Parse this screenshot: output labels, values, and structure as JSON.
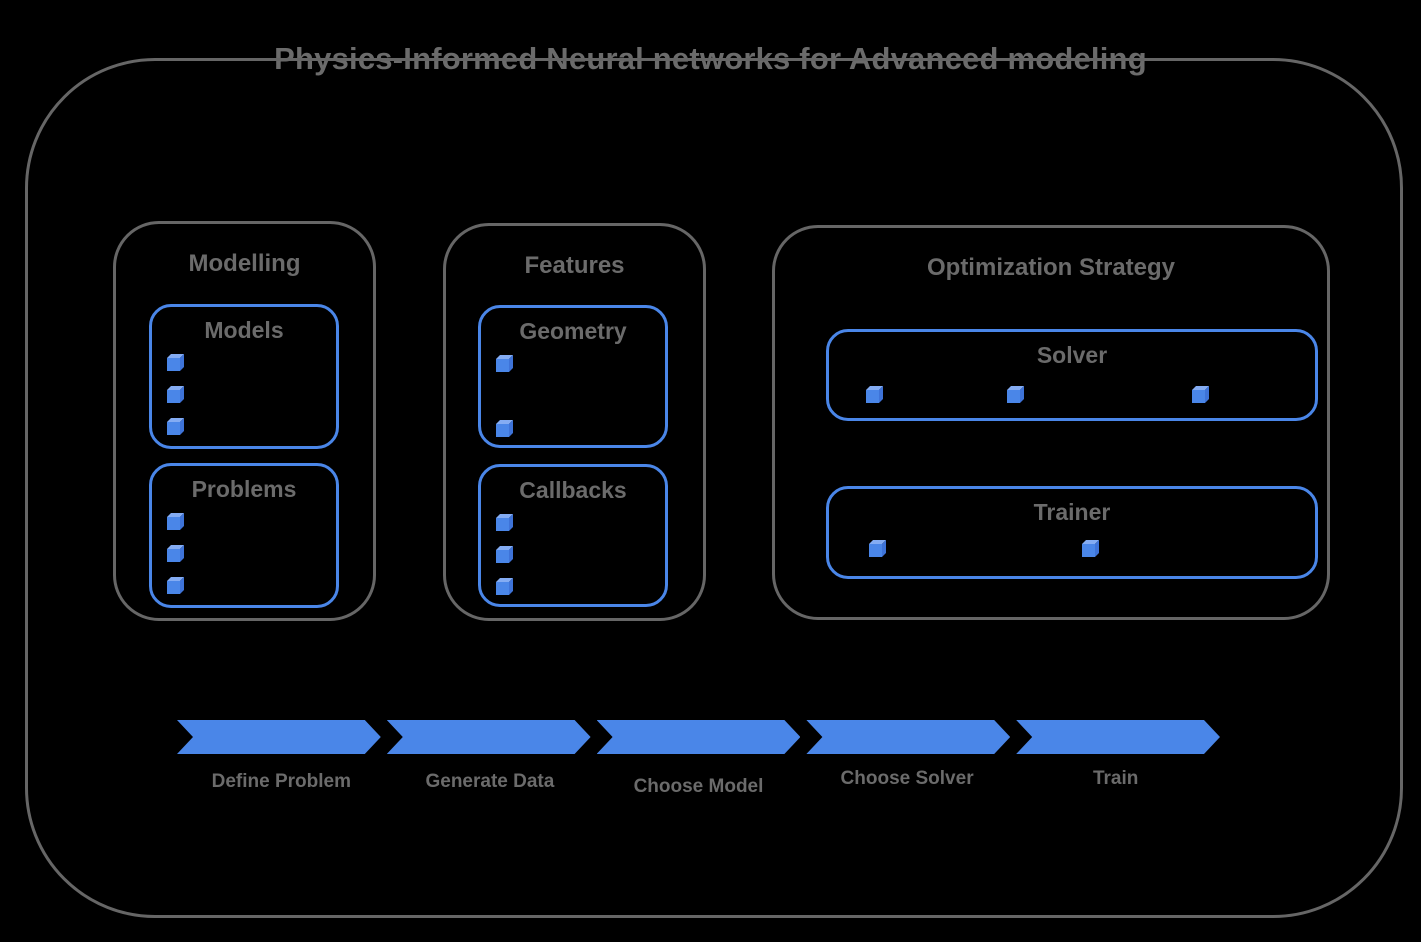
{
  "diagram": {
    "title": "Physics-Informed Neural networks for Advanced modeling",
    "groups": [
      {
        "title": "Modelling",
        "boxes": [
          {
            "label": "Models",
            "bullets": 3
          },
          {
            "label": "Problems",
            "bullets": 3
          }
        ]
      },
      {
        "title": "Features",
        "boxes": [
          {
            "label": "Geometry",
            "bullets": 2
          },
          {
            "label": "Callbacks",
            "bullets": 3
          }
        ]
      },
      {
        "title": "Optimization Strategy",
        "boxes": [
          {
            "label": "Solver",
            "bullets": 3
          },
          {
            "label": "Trainer",
            "bullets": 2
          }
        ]
      }
    ],
    "flow_steps": [
      {
        "label": "Define Problem"
      },
      {
        "label": "Generate Data"
      },
      {
        "label": "Choose Model"
      },
      {
        "label": "Choose Solver"
      },
      {
        "label": "Train"
      }
    ],
    "colors": {
      "accent_blue": "#4a86e8",
      "cube_top_blue": "#84acf3",
      "cube_side_blue": "#3e73d8",
      "outline_gray": "#666666",
      "text_gray": "#6b6b6b",
      "background": "#000000"
    }
  }
}
